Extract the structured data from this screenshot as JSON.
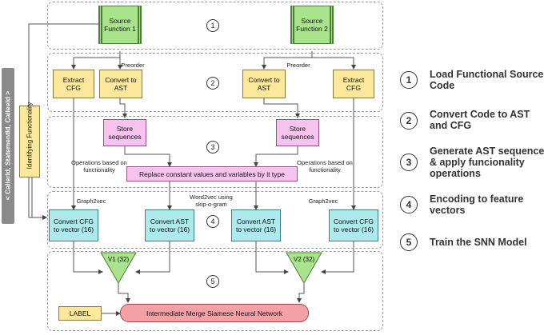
{
  "side": {
    "ids_label": "< CallerId, StatementId, CalleeId >",
    "functionality_label": "Identifying Functionality"
  },
  "stages": [
    "1",
    "2",
    "3",
    "4",
    "5"
  ],
  "nodes": {
    "source1": "Source Function 1",
    "source2": "Source Function 2",
    "extract_cfg_1": "Extract CFG",
    "convert_ast_1": "Convert to AST",
    "convert_ast_2": "Convert to AST",
    "extract_cfg_2": "Extract CFG",
    "store_seq_1": "Store sequences",
    "store_seq_2": "Store sequences",
    "replace": "Replace constant values and variables by it type",
    "cfg_vec_1": "Convert CFG to vector (16)",
    "ast_vec_1": "Convert AST to vector (16)",
    "ast_vec_2": "Convert AST to vector (16)",
    "cfg_vec_2": "Convert CFG to vector (16)",
    "v1": "V1 (32)",
    "v2": "V2 (32)",
    "label": "LABEL",
    "merge": "Intermediate Merge Siamese Neural Network"
  },
  "annotations": {
    "preorder_1": "Preorder",
    "preorder_2": "Preorder",
    "ops_left": "Operations based on functionality",
    "ops_right": "Operations based on functionality",
    "graph2vec_left": "Graph2vec",
    "word2vec": "Word2vec using skip-o-gram",
    "graph2vec_right": "Graph2vec"
  },
  "legend": [
    {
      "num": "1",
      "text": "Load Functional Source Code"
    },
    {
      "num": "2",
      "text": "Convert Code to AST and CFG"
    },
    {
      "num": "3",
      "text": "Generate AST sequence & apply funcionality operations"
    },
    {
      "num": "4",
      "text": "Encoding to feature vectors"
    },
    {
      "num": "5",
      "text": "Train the SNN Model"
    }
  ]
}
